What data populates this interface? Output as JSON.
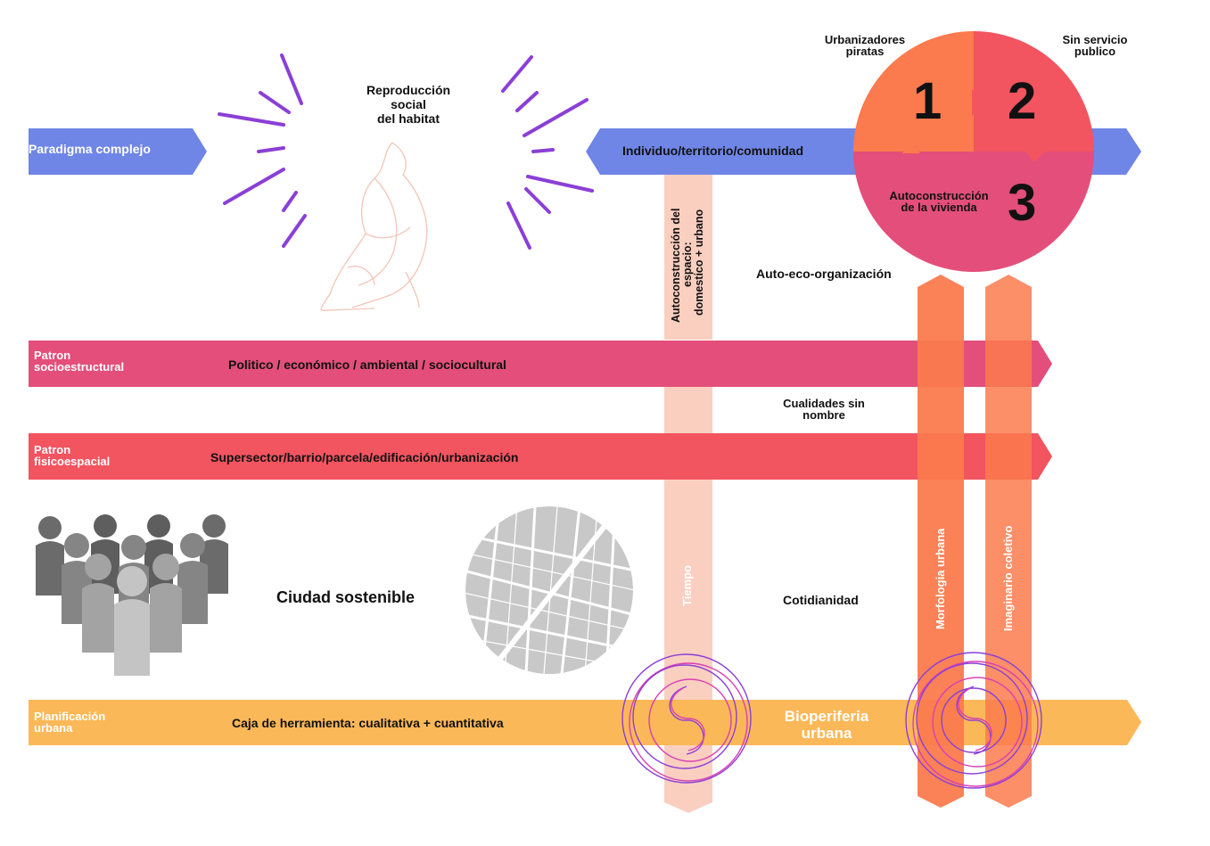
{
  "colors": {
    "blue": "#6f86e6",
    "pink": "#e34f7a",
    "red": "#f25460",
    "orange": "#fb7a4e",
    "yellow": "#fbb858",
    "peach": "#f9c7b5",
    "purple": "#8b3fd6",
    "magenta": "#d93fb4"
  },
  "bands": {
    "paradigma": {
      "label": "Paradigma complejo"
    },
    "individuo": {
      "label": "Individuo/territorio/comunidad"
    },
    "socioestructural": {
      "label": "Patron socioestructural",
      "line1": "Patron",
      "line2": "socioestructural",
      "content": "Politico / económico / ambiental / sociocultural"
    },
    "fisicoespacial": {
      "label": "Patron fisicoespacial",
      "line1": "Patron",
      "line2": "fisicoespacial",
      "content": "Supersector/barrio/parcela/edificación/urbanización"
    },
    "planificacion": {
      "label": "Planificación urbana",
      "line1": "Planificación",
      "line2": "urbana",
      "content": "Caja de herramienta: cualitativa + cuantitativa"
    }
  },
  "reproduccion": {
    "line1": "Reproducción",
    "line2": "social",
    "line3": "del habitat"
  },
  "circle": {
    "s1": {
      "number": "1",
      "label_line1": "Urbanizadores",
      "label_line2": "piratas"
    },
    "s2": {
      "number": "2",
      "label_line1": "Sin servicio",
      "label_line2": "publico"
    },
    "s3": {
      "number": "3",
      "label_line1": "Autoconstrucción",
      "label_line2": "de la vivienda"
    }
  },
  "vertical": {
    "autoconstruccion": {
      "line1": "Autoconstrucción del",
      "line2": "espacio:",
      "line3": "domestico + urbano"
    },
    "tiempo": "Tiempo",
    "morfologia": "Morfologia urbana",
    "imaginario": "Imaginario coletivo"
  },
  "labels": {
    "autoeco": "Auto-eco-organización",
    "cualidades_line1": "Cualidades sin",
    "cualidades_line2": "nombre",
    "cotidianidad": "Cotidianidad",
    "ciudad": "Ciudad sostenible",
    "bioperiferia_line1": "Bioperiferia",
    "bioperiferia_line2": "urbana"
  },
  "icons": {
    "people": "people-group-icon",
    "map": "city-map-icon",
    "figure": "sitting-figure-icon",
    "rings": "spiral-ring-icon"
  }
}
